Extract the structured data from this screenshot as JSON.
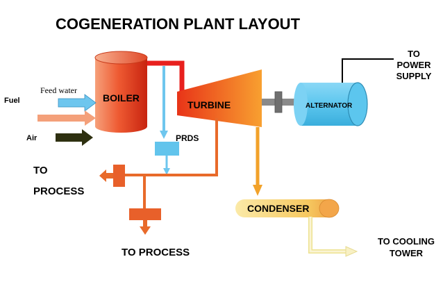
{
  "title": "COGENERATION PLANT LAYOUT",
  "labels": {
    "feed_water": "Feed water",
    "fuel": "Fuel",
    "air": "Air",
    "boiler": "BOILER",
    "turbine": "TURBINE",
    "alternator": "ALTERNATOR",
    "to_power_supply": [
      "TO",
      "POWER",
      "SUPPLY"
    ],
    "prds": "PRDS",
    "to_process_left": [
      "TO",
      "PROCESS"
    ],
    "to_process_bottom": "TO PROCESS",
    "condenser": "CONDENSER",
    "to_cooling_tower": [
      "TO COOLING",
      "TOWER"
    ]
  },
  "colors": {
    "boiler": "#e8452a",
    "turbine": "#f05a1e",
    "alternator": "#5ec8f0",
    "steam_line": "#e86a2a",
    "condenser": "#f5d78a",
    "feed_water_arrow": "#6ec6ee",
    "fuel_arrow": "#f4a07a",
    "air_arrow": "#2e3010",
    "prds": "#62c4ec",
    "cooling_line": "#f6ecb0"
  }
}
